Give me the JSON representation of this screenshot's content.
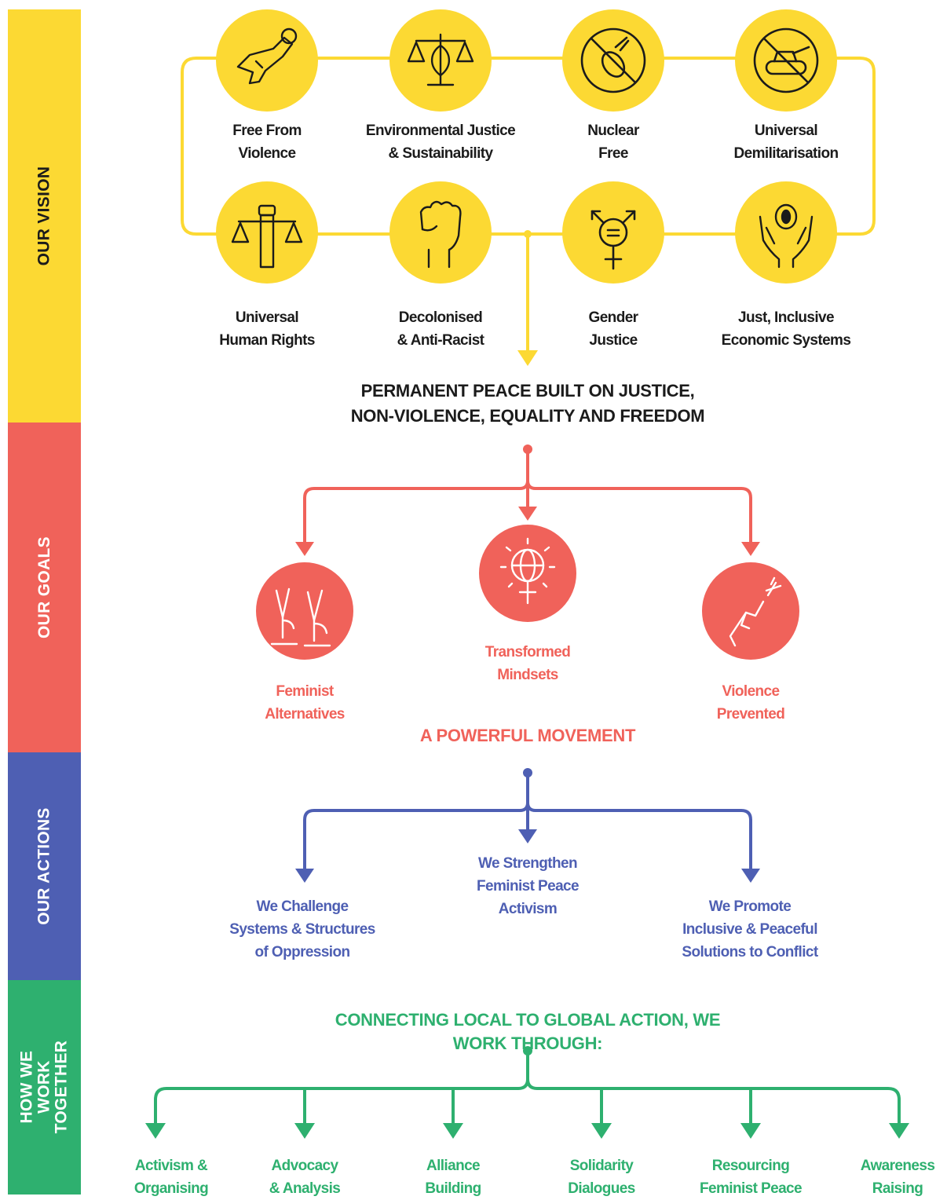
{
  "bands": {
    "vision": "OUR VISION",
    "goals": "OUR GOALS",
    "actions": "OUR ACTIONS",
    "together": "HOW WE WORK\nTOGETHER"
  },
  "colors": {
    "yellow": "#fcd933",
    "red": "#f0625a",
    "blue": "#4e5fb3",
    "green": "#2eb06f",
    "ink": "#1b1b1b"
  },
  "vision": {
    "items": [
      {
        "label": "Free From\nViolence",
        "icon": "knotted-gun-icon"
      },
      {
        "label": "Environmental Justice\n& Sustainability",
        "icon": "scales-leaf-icon"
      },
      {
        "label": "Nuclear\nFree",
        "icon": "no-bomb-icon"
      },
      {
        "label": "Universal\nDemilitarisation",
        "icon": "no-tank-icon"
      },
      {
        "label": "Universal\nHuman Rights",
        "icon": "scales-fist-icon"
      },
      {
        "label": "Decolonised\n& Anti-Racist",
        "icon": "raised-fist-icon"
      },
      {
        "label": "Gender\nJustice",
        "icon": "gender-symbol-icon"
      },
      {
        "label": "Just, Inclusive\nEconomic Systems",
        "icon": "hands-coin-icon"
      }
    ],
    "result": "PERMANENT PEACE BUILT ON JUSTICE,\nNON-VIOLENCE, EQUALITY AND FREEDOM"
  },
  "goals": {
    "items": [
      {
        "label": "Feminist\nAlternatives",
        "icon": "peace-hands-icon"
      },
      {
        "label": "Transformed\nMindsets",
        "icon": "globe-venus-icon"
      },
      {
        "label": "Violence\nPrevented",
        "icon": "broken-rifle-icon"
      }
    ],
    "result": "A POWERFUL MOVEMENT"
  },
  "actions": {
    "items": [
      {
        "label": "We Challenge\nSystems & Structures\nof Oppression"
      },
      {
        "label": "We Strengthen\nFeminist Peace\nActivism"
      },
      {
        "label": "We Promote\nInclusive & Peaceful\nSolutions to Conflict"
      }
    ]
  },
  "together": {
    "heading": "CONNECTING LOCAL TO GLOBAL ACTION, WE WORK THROUGH:",
    "items": [
      {
        "label": "Activism &\nOrganising"
      },
      {
        "label": "Advocacy\n& Analysis"
      },
      {
        "label": "Alliance\nBuilding"
      },
      {
        "label": "Solidarity\nDialogues"
      },
      {
        "label": "Resourcing\nFeminist Peace"
      },
      {
        "label": "Awareness\nRaising"
      }
    ]
  }
}
